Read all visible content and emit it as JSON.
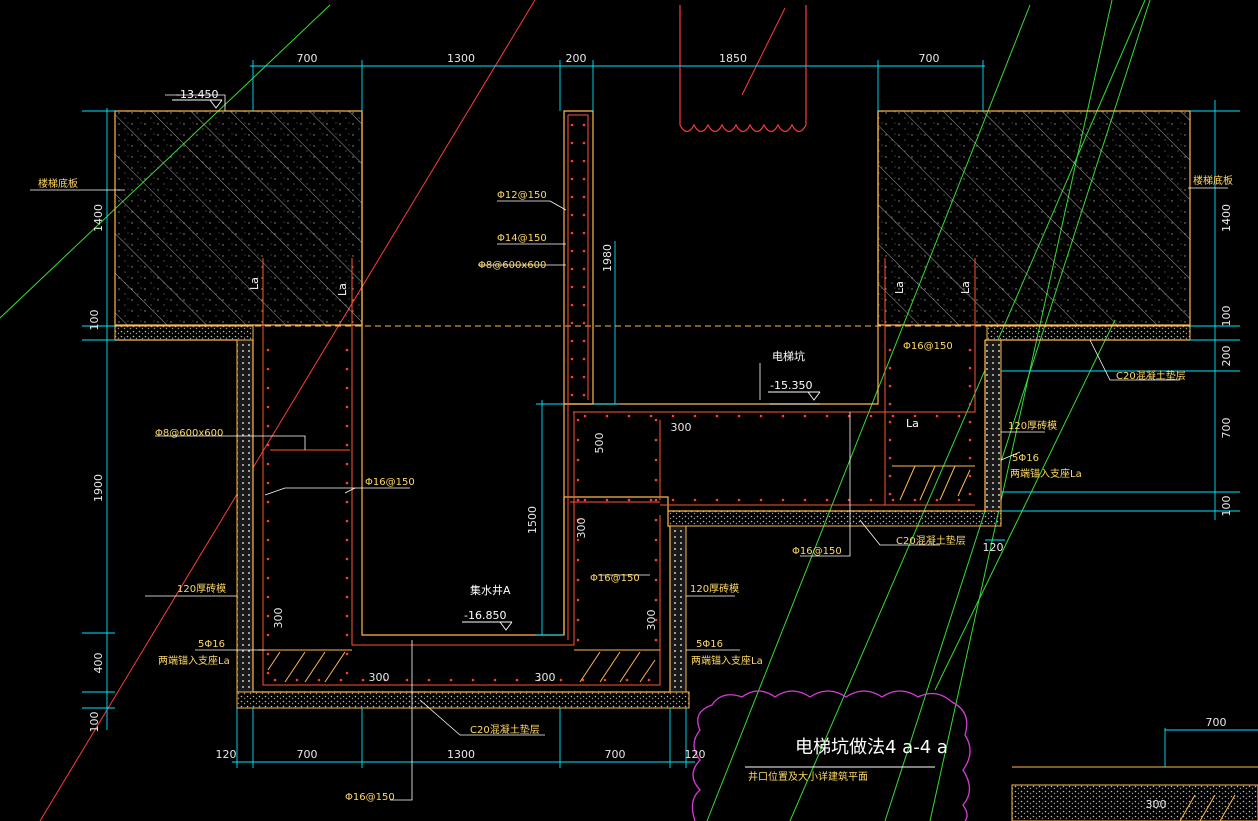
{
  "colors": {
    "background": "#000000",
    "dimension": "#00e5ff",
    "outline": "#ffb84d",
    "rebar": "#ff5533",
    "rebar_dots": "#ff3b3b",
    "guide_green": "#33dd33",
    "guide_red": "#ff3b3b",
    "cloud_red": "#ff3b3b",
    "cloud_magenta": "#d63cd6",
    "label_yellow": "#ffd966",
    "text_white": "#ffffff"
  },
  "dimensions_top": [
    "700",
    "1300",
    "200",
    "1850",
    "700"
  ],
  "dimensions_bottom": [
    "120",
    "700",
    "1300",
    "700",
    "120"
  ],
  "dimensions_left": [
    "1400",
    "100",
    "1900",
    "400",
    "100"
  ],
  "dimensions_right": [
    "1400",
    "100",
    "200",
    "700",
    "100"
  ],
  "dimensions_inner": {
    "d1980": "1980",
    "d1500": "1500",
    "d500": "500",
    "d300a": "300",
    "d300b": "300",
    "d300c": "300",
    "d300d": "300",
    "d300e": "300",
    "d300f": "300",
    "d120r": "120"
  },
  "elevations": {
    "top_left": "-13.450",
    "pit_floor": "-15.350",
    "sump_floor": "-16.850"
  },
  "annotations": {
    "slab_left": "楼梯底板",
    "slab_right": "楼梯底板",
    "la_1": "La",
    "la_2": "La",
    "la_3": "La",
    "la_4": "La",
    "la_5": "La",
    "rebar_12_150": "Φ12@150",
    "rebar_14_150": "Φ14@150",
    "rebar_8_600_wall": "Φ8@600x600",
    "rebar_8_600_left": "Φ8@600x600",
    "rebar_16_150_a": "Φ16@150",
    "rebar_16_150_b": "Φ16@150",
    "rebar_16_150_c": "Φ16@150",
    "rebar_16_150_d": "Φ16@150",
    "rebar_16_150_bottom": "Φ16@150",
    "elevator_pit": "电梯坑",
    "sump": "集水井A",
    "brick_120_left": "120厚砖模",
    "brick_120_mid": "120厚砖模",
    "brick_120_right": "120厚砖模",
    "bars_5_16_left": "5Φ16",
    "bars_5_16_mid": "5Φ16",
    "bars_5_16_right": "5Φ16",
    "anchor_left": "两端锚入支座La",
    "anchor_mid": "两端锚入支座La",
    "anchor_right": "两端锚入支座La",
    "c20_right": "C20混凝土垫层",
    "c20_mid": "C20混凝土垫层",
    "c20_bottom": "C20混凝土垫层"
  },
  "title": {
    "main": "电梯坑做法4 a-4 a",
    "sub": "井口位置及大小详建筑平面"
  },
  "corner": {
    "dim_700": "700",
    "dim_300": "300"
  }
}
